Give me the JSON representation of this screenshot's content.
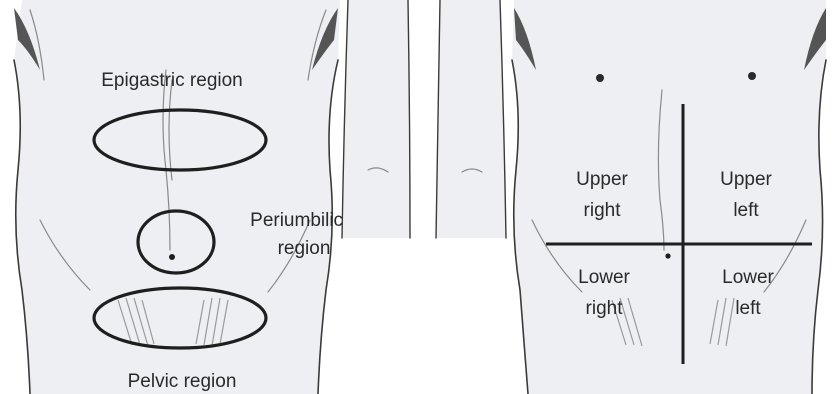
{
  "left_figure": {
    "labels": {
      "epigastric": "Epigastric region",
      "periumbilical_line1": "Periumbilical",
      "periumbilical_line2": "region",
      "pelvic": "Pelvic region"
    }
  },
  "right_figure": {
    "quadrants": {
      "upper_right_line1": "Upper",
      "upper_right_line2": "right",
      "upper_left_line1": "Upper",
      "upper_left_line2": "left",
      "lower_right_line1": "Lower",
      "lower_right_line2": "right",
      "lower_left_line1": "Lower",
      "lower_left_line2": "left"
    }
  },
  "colors": {
    "skin": "#eeeff3",
    "outline": "#3a3a3a",
    "marker": "#1e1e1e"
  }
}
